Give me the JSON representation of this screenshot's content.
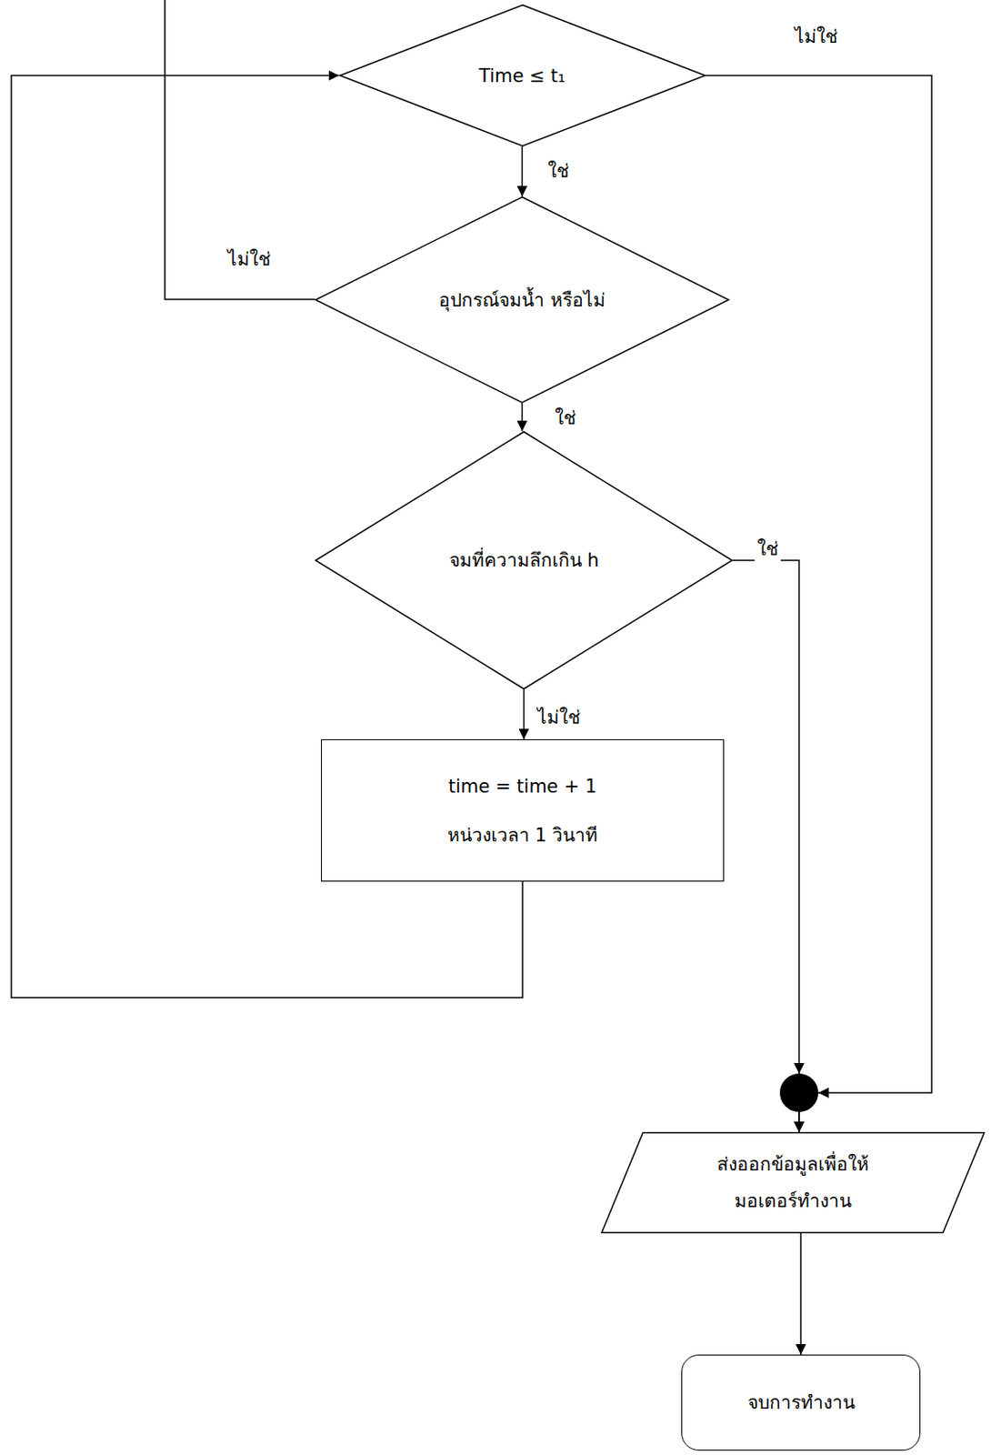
{
  "diagram": {
    "nodes": [
      {
        "text": [
          "Time ≤ t₁"
        ]
      },
      {
        "text": [
          "อุปกรณ์จมน้ำ หรือไม่"
        ]
      },
      {
        "text": [
          "จมที่ความลึกเกิน h"
        ]
      },
      {
        "text": [
          "time = time + 1",
          "หน่วงเวลา 1 วินาที"
        ]
      },
      {
        "text": [
          "ส่งออกข้อมูลเพื่อให้ มอเตอร์ทำงาน"
        ]
      },
      {
        "text": [
          "จบการทำงาน"
        ]
      }
    ],
    "edges": [
      {
        "from": 0,
        "to": 1,
        "label": "ใช่",
        "arrow": "to"
      },
      {
        "from": 1,
        "to": 2,
        "label": "ใช่",
        "arrow": "to"
      },
      {
        "from": 2,
        "to": 3,
        "label": "ไม่ใช่",
        "arrow": "to"
      },
      {
        "from": 3,
        "to": 0,
        "arrow": "to"
      },
      {
        "from": 2,
        "to": 4,
        "label": "ใช่",
        "arrow": "to"
      },
      {
        "from": 0,
        "to": 4,
        "label": "ไม่ใช่",
        "arrow": "to"
      },
      {
        "from": 4,
        "to": 5,
        "arrow": "to"
      }
    ],
    "labels": [
      "ไม่ใช่"
    ]
  }
}
